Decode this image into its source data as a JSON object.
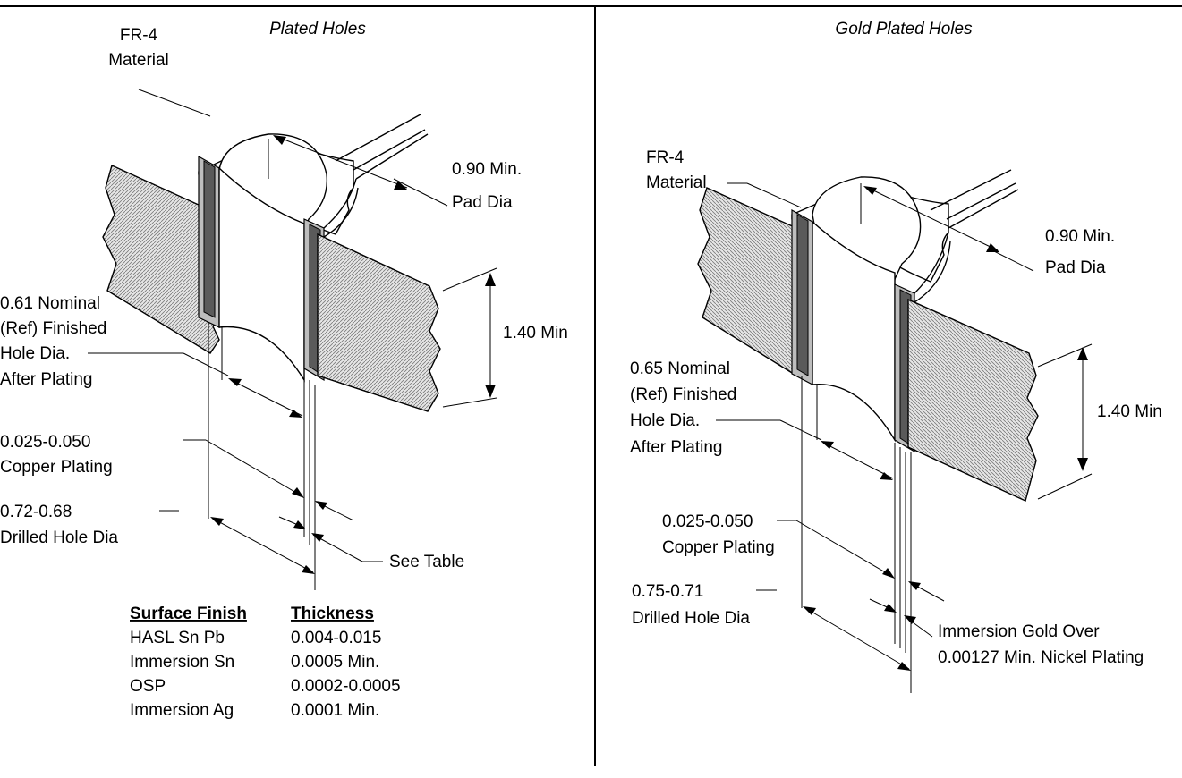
{
  "left": {
    "title": "Plated Holes",
    "fr4_line1": "FR-4",
    "fr4_line2": "Material",
    "pad_line1": "0.90 Min.",
    "pad_line2": "Pad Dia",
    "thickness": "1.40 Min",
    "hole_line1": "0.61 Nominal",
    "hole_line2": "(Ref) Finished",
    "hole_line3": "Hole Dia.",
    "hole_line4": "After Plating",
    "copper_line1": "0.025-0.050",
    "copper_line2": "Copper Plating",
    "drill_line1": "0.72-0.68",
    "drill_line2": "Drilled Hole Dia",
    "see_table": "See Table",
    "table": {
      "header_finish": "Surface Finish",
      "header_thickness": "Thickness",
      "rows": [
        {
          "finish": "HASL Sn Pb",
          "thickness": "0.004-0.015"
        },
        {
          "finish": "Immersion Sn",
          "thickness": "0.0005 Min."
        },
        {
          "finish": "OSP",
          "thickness": "0.0002-0.0005"
        },
        {
          "finish": "Immersion Ag",
          "thickness": "0.0001 Min."
        }
      ]
    }
  },
  "right": {
    "title": "Gold Plated Holes",
    "fr4_line1": "FR-4",
    "fr4_line2": "Material",
    "pad_line1": "0.90 Min.",
    "pad_line2": "Pad Dia",
    "thickness": "1.40 Min",
    "hole_line1": "0.65 Nominal",
    "hole_line2": "(Ref) Finished",
    "hole_line3": "Hole Dia.",
    "hole_line4": "After Plating",
    "copper_line1": "0.025-0.050",
    "copper_line2": "Copper Plating",
    "drill_line1": "0.75-0.71",
    "drill_line2": "Drilled Hole Dia",
    "gold_line1": "Immersion Gold Over",
    "gold_line2": "0.00127 Min. Nickel Plating"
  }
}
